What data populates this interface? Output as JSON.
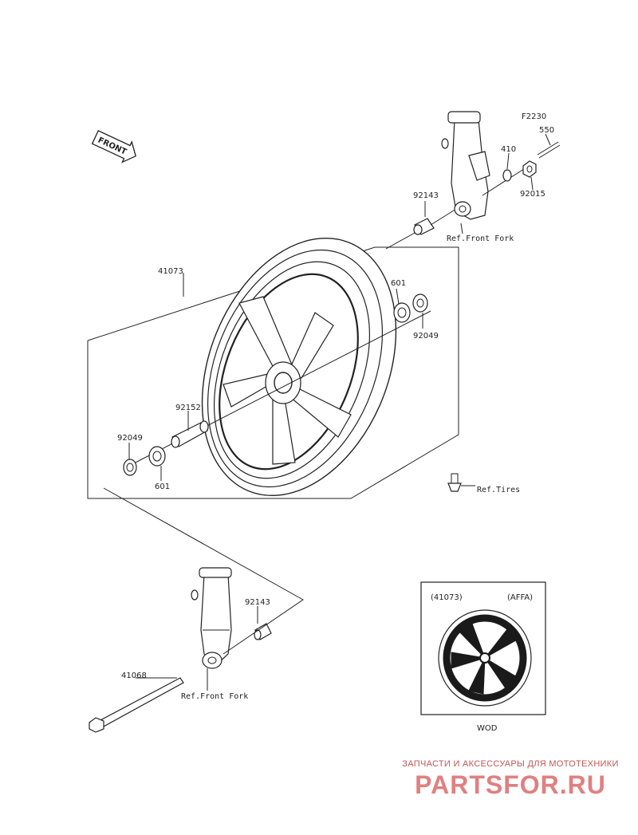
{
  "front_label": "FRONT",
  "parts": {
    "p41073": "41073",
    "p92152": "92152",
    "p92049_left": "92049",
    "p601_left": "601",
    "p601_right": "601",
    "p92049_right": "92049",
    "p92143_top": "92143",
    "p92143_bottom": "92143",
    "p41068": "41068",
    "p410": "410",
    "p92015": "92015",
    "p550": "550",
    "pF2230": "F2230"
  },
  "refs": {
    "front_fork_top": "Ref.Front Fork",
    "front_fork_bottom": "Ref.Front Fork",
    "tires": "Ref.Tires"
  },
  "inset": {
    "code_left": "(41073)",
    "code_right": "(AFFA)",
    "caption": "WOD"
  },
  "watermark": {
    "tagline": "ЗАПЧАСТИ И АКСЕССУАРЫ ДЛЯ МОТОТЕХНИКИ",
    "logo": "PARTSFOR.RU"
  },
  "colors": {
    "line": "#222222",
    "watermark": "#e08080"
  }
}
